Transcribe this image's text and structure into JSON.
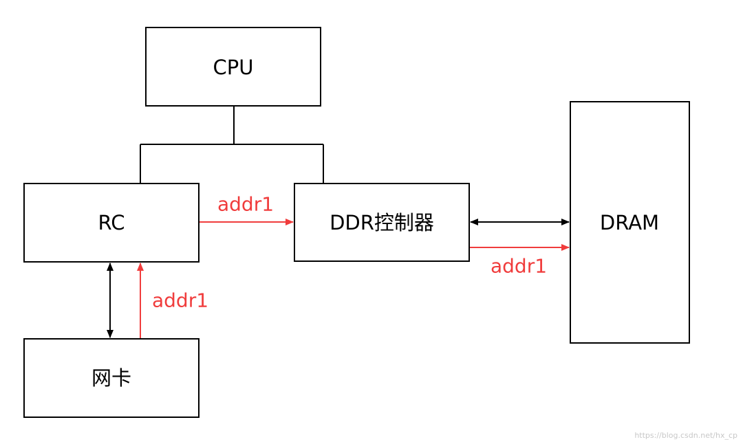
{
  "nodes": {
    "cpu": {
      "label": "CPU"
    },
    "rc": {
      "label": "RC"
    },
    "ddr_controller": {
      "label": "DDR控制器"
    },
    "dram": {
      "label": "DRAM"
    },
    "nic": {
      "label": "网卡"
    }
  },
  "edges": {
    "rc_to_ddr": {
      "label": "addr1"
    },
    "ddr_to_dram": {
      "label": "addr1"
    },
    "nic_to_rc": {
      "label": "addr1"
    }
  },
  "colors": {
    "box_stroke": "#000000",
    "data_path": "#f03c3c",
    "watermark": "#c8c8c8"
  },
  "watermark": "https://blog.csdn.net/hx_cp"
}
